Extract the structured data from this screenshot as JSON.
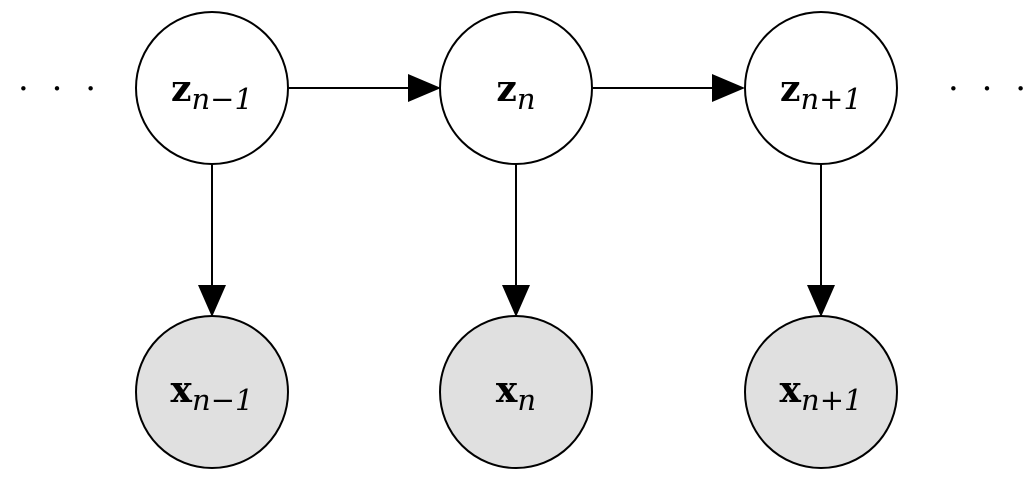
{
  "colors": {
    "latent_fill": "#ffffff",
    "observed_fill": "#e0e0e0",
    "stroke": "#000000"
  },
  "ellipsis": {
    "left": "· · ·",
    "right": "· · ·"
  },
  "latent": [
    {
      "var": "z",
      "sub": "n−1"
    },
    {
      "var": "z",
      "sub": "n"
    },
    {
      "var": "z",
      "sub": "n+1"
    }
  ],
  "observed": [
    {
      "var": "x",
      "sub": "n−1"
    },
    {
      "var": "x",
      "sub": "n"
    },
    {
      "var": "x",
      "sub": "n+1"
    }
  ]
}
